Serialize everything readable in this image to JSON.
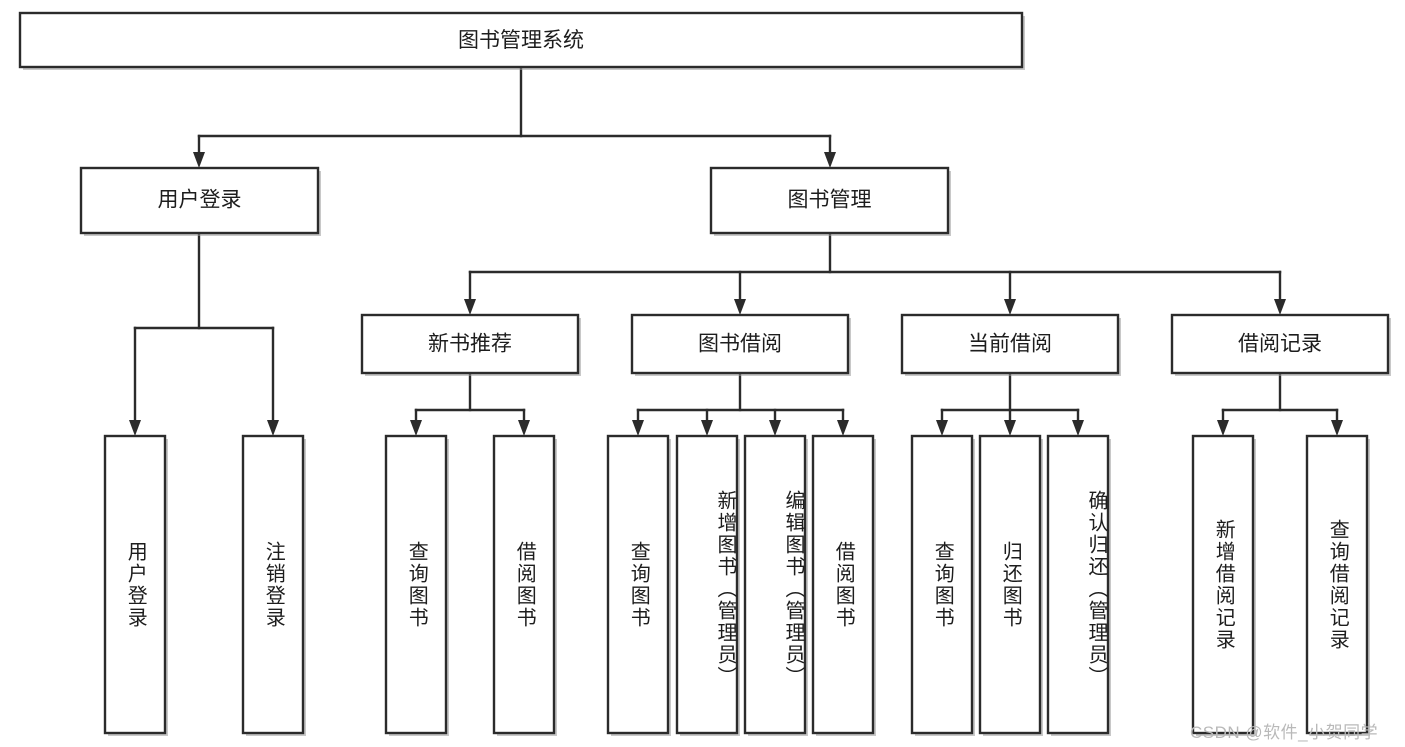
{
  "diagram": {
    "type": "tree",
    "orientation": "top-down",
    "title_node": {
      "id": "root",
      "label": "图书管理系统"
    },
    "colors": {
      "stroke": "#2b2b2b",
      "fill": "#ffffff",
      "text": "#1d1d1d",
      "background": "#ffffff",
      "watermark": "#b9b9b9"
    },
    "levels": {
      "level2": [
        {
          "id": "login",
          "label": "用户登录"
        },
        {
          "id": "bookmgmt",
          "label": "图书管理"
        }
      ],
      "level3": [
        {
          "id": "newbook",
          "label": "新书推荐",
          "parent": "bookmgmt"
        },
        {
          "id": "borrow",
          "label": "图书借阅",
          "parent": "bookmgmt"
        },
        {
          "id": "current",
          "label": "当前借阅",
          "parent": "bookmgmt"
        },
        {
          "id": "records",
          "label": "借阅记录",
          "parent": "bookmgmt"
        }
      ],
      "leaves": [
        {
          "id": "leaf-1",
          "label": "用户登录",
          "parent": "login"
        },
        {
          "id": "leaf-2",
          "label": "注销登录",
          "parent": "login"
        },
        {
          "id": "leaf-3",
          "label": "查询图书",
          "parent": "newbook"
        },
        {
          "id": "leaf-4",
          "label": "借阅图书",
          "parent": "newbook"
        },
        {
          "id": "leaf-5",
          "label": "查询图书",
          "parent": "borrow"
        },
        {
          "id": "leaf-6",
          "label": "新增图书（管理员）",
          "parent": "borrow"
        },
        {
          "id": "leaf-7",
          "label": "编辑图书（管理员）",
          "parent": "borrow"
        },
        {
          "id": "leaf-8",
          "label": "借阅图书",
          "parent": "borrow"
        },
        {
          "id": "leaf-9",
          "label": "查询图书",
          "parent": "current"
        },
        {
          "id": "leaf-10",
          "label": "归还图书",
          "parent": "current"
        },
        {
          "id": "leaf-11",
          "label": "确认归还（管理员）",
          "parent": "current"
        },
        {
          "id": "leaf-12",
          "label": "新增借阅记录",
          "parent": "records"
        },
        {
          "id": "leaf-13",
          "label": "查询借阅记录",
          "parent": "records"
        }
      ]
    }
  },
  "watermark": {
    "text": "CSDN @软件_小贺同学"
  }
}
